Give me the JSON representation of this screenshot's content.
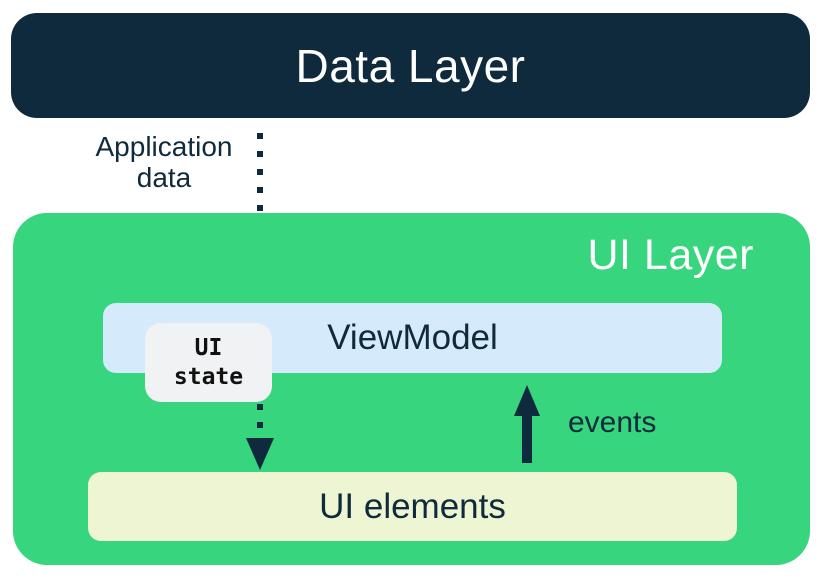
{
  "diagram": {
    "data_layer": {
      "label": "Data Layer"
    },
    "application_data_arrow": {
      "label_line1": "Application",
      "label_line2": "data"
    },
    "ui_layer": {
      "label": "UI Layer"
    },
    "viewmodel": {
      "label": "ViewModel"
    },
    "ui_state_badge": {
      "label_line1": "UI",
      "label_line2": "state"
    },
    "events_arrow": {
      "label": "events"
    },
    "ui_elements": {
      "label": "UI elements"
    },
    "colors": {
      "dark_navy": "#0F2A3C",
      "android_green": "#38D57F",
      "viewmodel_light_blue": "#D5EBFB",
      "ui_elements_pale_yellow": "#EDF5D2",
      "ui_state_light_gray": "#F0F2F3",
      "label_white": "#FFFFFF"
    }
  }
}
